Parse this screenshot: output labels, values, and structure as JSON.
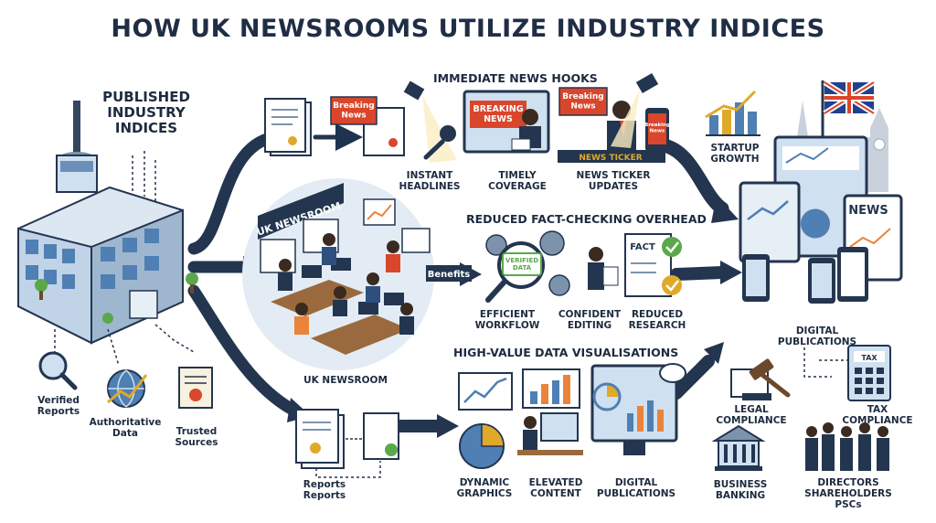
{
  "title": "HOW UK NEWSROOMS UTILIZE INDUSTRY INDICES",
  "source": {
    "label": "PUBLISHED\nINDUSTRY\nINDICES",
    "attributes": [
      "Verified\nReports",
      "Authoritative\nData",
      "Trusted\nSources"
    ]
  },
  "newsroom": {
    "sign": "UK NEWSROOM",
    "label": "UK NEWSROOM",
    "benefits_label": "Benefits"
  },
  "news_hooks": {
    "heading": "IMMEDIATE NEWS HOOKS",
    "badges": [
      "Breaking\nNews",
      "BREAKING\nNEWS",
      "Breaking\nNews",
      "Breaking\nNews"
    ],
    "ticker": "NEWS TICKER",
    "items": [
      "INSTANT\nHEADLINES",
      "TIMELY\nCOVERAGE",
      "NEWS TICKER\nUPDATES"
    ]
  },
  "fact_checking": {
    "heading": "REDUCED FACT-CHECKING OVERHEAD",
    "verified": "VERIFIED\nDATA",
    "fact_sheet": "FACT",
    "items": [
      "EFFICIENT\nWORKFLOW",
      "CONFIDENT\nEDITING",
      "REDUCED\nRESEARCH"
    ]
  },
  "visualisations": {
    "heading": "HIGH-VALUE DATA VISUALISATIONS",
    "items": [
      "DYNAMIC\nGRAPHICS",
      "ELEVATED\nCONTENT",
      "DIGITAL\nPUBLICATIONS"
    ]
  },
  "reports": {
    "label": "Reports\nReports"
  },
  "outcomes": {
    "startup_growth": "STARTUP\nGROWTH",
    "digital_publications": "DIGITAL\nPUBLICATIONS",
    "news_sign": "NEWS",
    "tax_sign": "TAX",
    "legal_compliance": "LEGAL\nCOMPLIANCE",
    "tax_compliance": "TAX\nCOMPLIANCE",
    "business_banking": "BUSINESS\nBANKING",
    "directors": "DIRECTORS\nSHAREHOLDERS\nPSCs"
  },
  "colors": {
    "navy": "#1f3350",
    "accent_red": "#d9462c",
    "orange": "#e9843a",
    "light_blue": "#cfe0f0",
    "green": "#5aa84a",
    "gold": "#e0a92a"
  }
}
